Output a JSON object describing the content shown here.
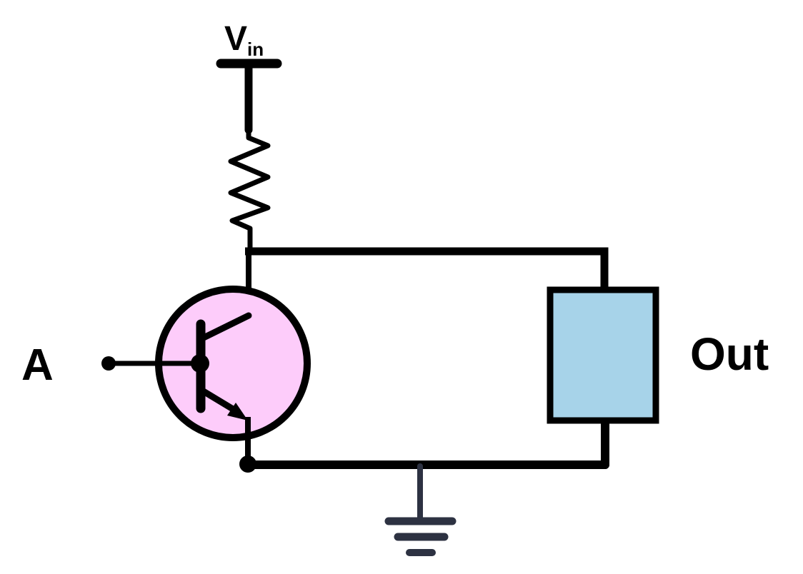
{
  "diagram": {
    "kind": "transistor-inverter-circuit-schematic",
    "labels": {
      "supply_main": "V",
      "supply_sub": "in",
      "input": "A",
      "output": "Out"
    },
    "components": {
      "power_rail": "vin-supply-rail",
      "resistor": "pull-up-resistor",
      "transistor": "npn-bjt-transistor",
      "load": "output-load-block",
      "ground": "earth-ground"
    },
    "colors": {
      "background": "#ffffff",
      "wire": "#000000",
      "label_text": "#000000",
      "transistor_fill": "#fdccfa",
      "load_fill": "#a7d3e9",
      "ground": "#2d3242"
    }
  }
}
